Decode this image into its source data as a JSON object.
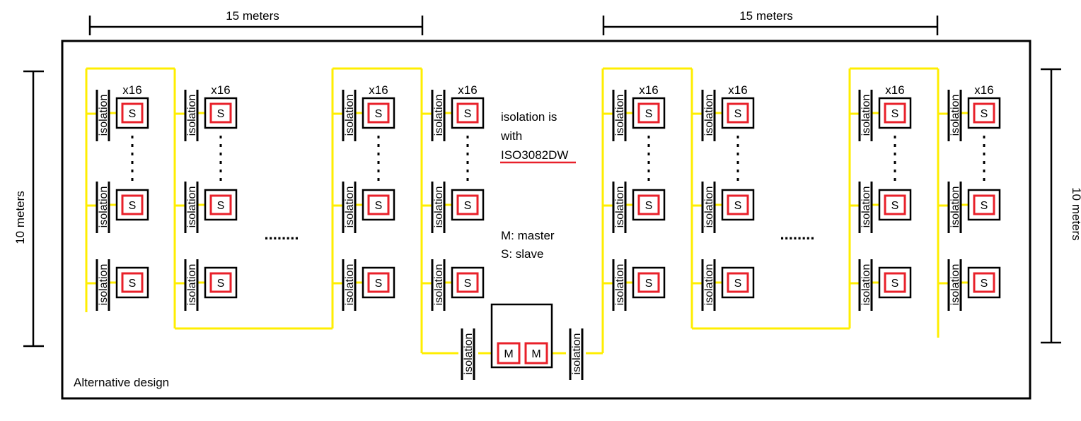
{
  "dimensions": {
    "top_left": "15 meters",
    "top_right": "15 meters",
    "left": "10 meters",
    "right": "10 meters"
  },
  "labels": {
    "isolation": "isolation",
    "slave": "S",
    "master": "M",
    "multiplier": "x16",
    "ellipsis": "........"
  },
  "notes": {
    "line1": "isolation is",
    "line2": "with",
    "part": "ISO3082DW",
    "legend_master": "M: master",
    "legend_slave": "S: slave"
  },
  "caption": "Alternative design",
  "colors": {
    "bus": "#ffee00",
    "node": "#e8202a",
    "outline": "#000000"
  }
}
